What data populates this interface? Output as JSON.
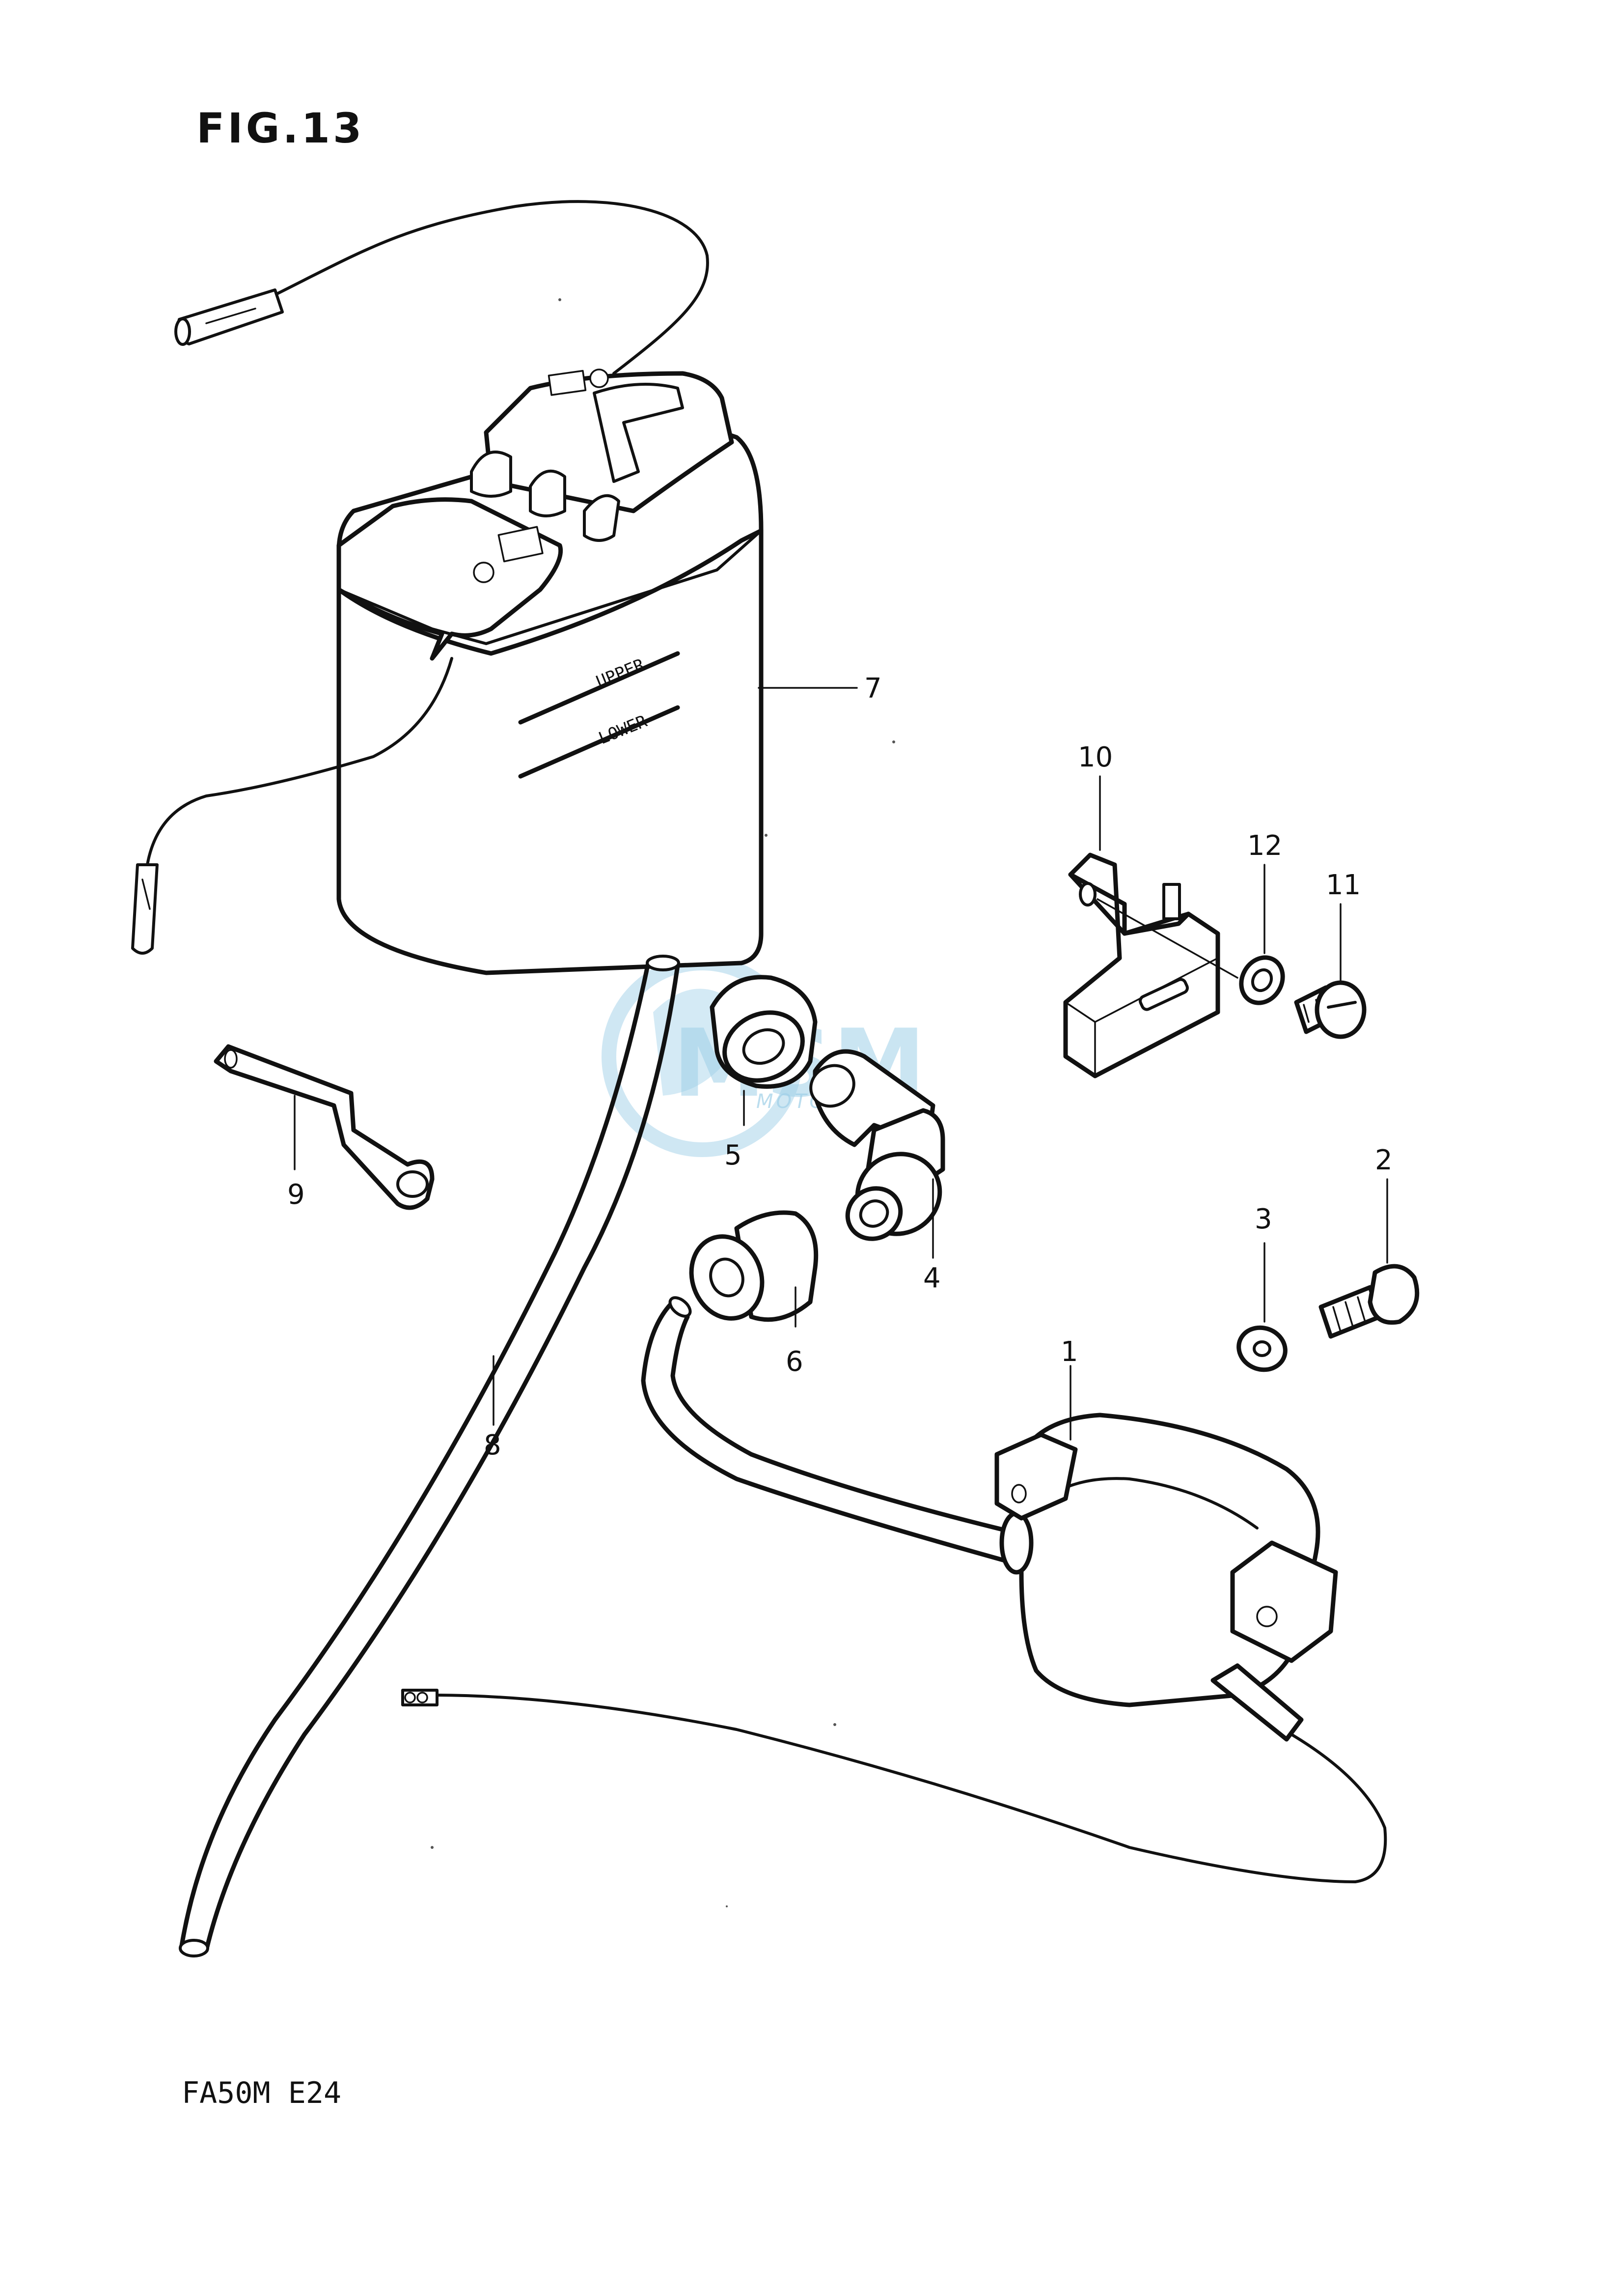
{
  "figure": {
    "title": "FIG.13",
    "model_code": "FA50M  E24"
  },
  "battery_labels": {
    "upper": "UPPER",
    "lower": "LOWER"
  },
  "watermark": {
    "text": "MSM",
    "subtext": "MOTORPARTS",
    "color": "#9fd0e8"
  },
  "callouts": [
    {
      "number": "1",
      "part": "ignition-coil"
    },
    {
      "number": "2",
      "part": "screw"
    },
    {
      "number": "3",
      "part": "washer"
    },
    {
      "number": "4",
      "part": "plug-cap"
    },
    {
      "number": "5",
      "part": "cap"
    },
    {
      "number": "6",
      "part": "boot"
    },
    {
      "number": "7",
      "part": "battery"
    },
    {
      "number": "8",
      "part": "breather-hose"
    },
    {
      "number": "9",
      "part": "bracket"
    },
    {
      "number": "10",
      "part": "rectifier"
    },
    {
      "number": "11",
      "part": "screw"
    },
    {
      "number": "12",
      "part": "washer"
    }
  ]
}
